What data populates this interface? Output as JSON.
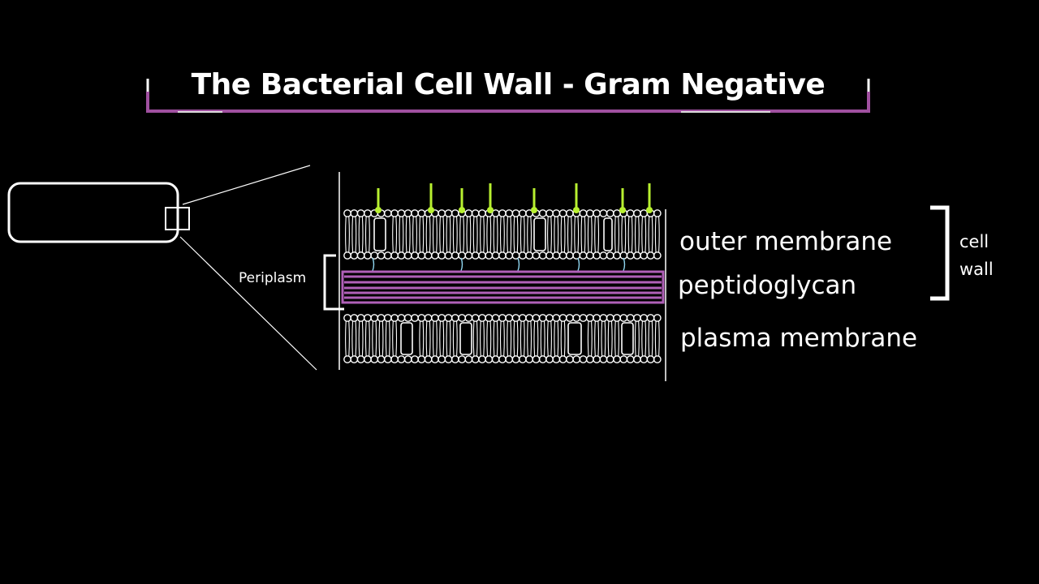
{
  "title": "The Bacterial Cell Wall - Gram Negative",
  "labels": {
    "outer_membrane": "outer membrane",
    "peptidoglycan": "peptidoglycan",
    "plasma_membrane": "plasma membrane",
    "periplasm": "Periplasm",
    "cell_wall_line1": "cell",
    "cell_wall_line2": "wall"
  },
  "colors": {
    "background": "#000000",
    "title_underline": "#a050a0",
    "peptidoglycan": "#b060b8",
    "lipopolysaccharide": "#b8f030",
    "outline": "#ffffff",
    "connector": "#8fd6f0"
  }
}
